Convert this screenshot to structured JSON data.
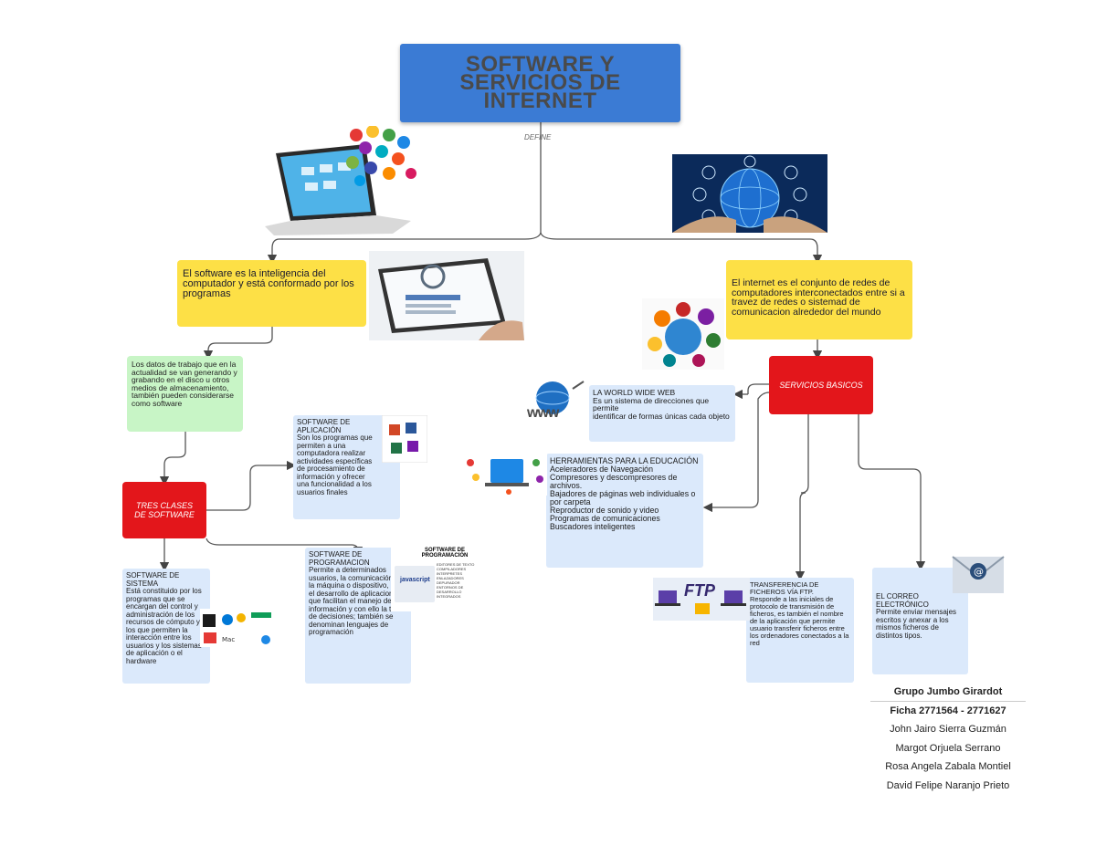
{
  "title": "SOFTWARE Y SERVICIOS DE INTERNET",
  "define_label": "DEFINE",
  "software_def": "El software es la inteligencia del computador y está conformado por los\nprogramas",
  "internet_def": "El internet es el conjunto de redes de computadores interconectados entre si a travez de redes o sistemad de comunicacion alrededor del mundo",
  "datos_trabajo": "Los datos de trabajo que en la actualidad se van generando y grabando en el disco u otros medios de almacenamiento, también pueden considerarse como software",
  "tres_clases": "TRES CLASES DE SOFTWARE",
  "software_aplicacion": "SOFTWARE DE APLICACIÓN\nSon los programas que permiten a una computadora realizar actividades específicas de procesamiento de información y ofrecer una funcionalidad a los usuarios finales",
  "software_sistema": "SOFTWARE DE SISTEMA\nEstá constituido por los programas que se encargan del control y administración de los recursos de cómputo y los que permiten la interacción entre los usuarios y los sistemas de aplicación o el hardware",
  "software_programacion": "SOFTWARE DE PROGRAMACION\nPermite a determinados usuarios, la comunicación con la máquina o dispositivo, para el desarrollo de aplicaciones que facilitan el manejo de la información y con ello la toma de decisiones; también se denominan lenguajes de programación",
  "servicios_basicos": "SERVICIOS BASICOS",
  "www": "LA WORLD WIDE WEB\nEs un sistema de direcciones que permite\nidentificar de formas únicas cada objeto",
  "herramientas": "HERRAMIENTAS PARA LA EDUCACIÓN\nAceleradores de Navegación\nCompresores y descompresores de archivos.\nBajadores de páginas web individuales o por carpeta\nReproductor de sonido y video\nProgramas de comunicaciones\nBuscadores inteligentes",
  "ftp": "TRANSFERENCIA DE FICHEROS VÍA FTP.\nResponde a las iniciales de protocolo de transmisión de ficheros, es también el nombre de la aplicación que permite usuario transferir ficheros entre los ordenadores conectados a la red",
  "correo": "EL CORREO ELECTRÓNICO\nPermite enviar mensajes escritos y anexar a los mismos ficheros de distintos tipos.",
  "prog_image": {
    "heading": "SOFTWARE DE PROGRAMACIÓN",
    "items": [
      "EDITORES DE TEXTO",
      "COMPILADORES",
      "INTERPRETES",
      "ENLAZADORES",
      "DEPURADOR",
      "ENTORNOS DE DESARROLLO INTEGRADOS"
    ],
    "js_label": "javascript"
  },
  "ftp_image_label": "FTP",
  "www_image_label": "www",
  "group": {
    "name": "Grupo Jumbo Girardot",
    "ficha": "Ficha 2771564 - 2771627",
    "members": [
      "John Jairo Sierra Guzmán",
      "Margot Orjuela Serrano",
      "Rosa Angela Zabala Montiel",
      "David Felipe Naranjo Prieto"
    ]
  },
  "colors": {
    "title_bg": "#3b7bd4",
    "yellow": "#fde046",
    "green": "#c8f5c6",
    "red": "#e3161b",
    "blue": "#dbe9fb"
  }
}
